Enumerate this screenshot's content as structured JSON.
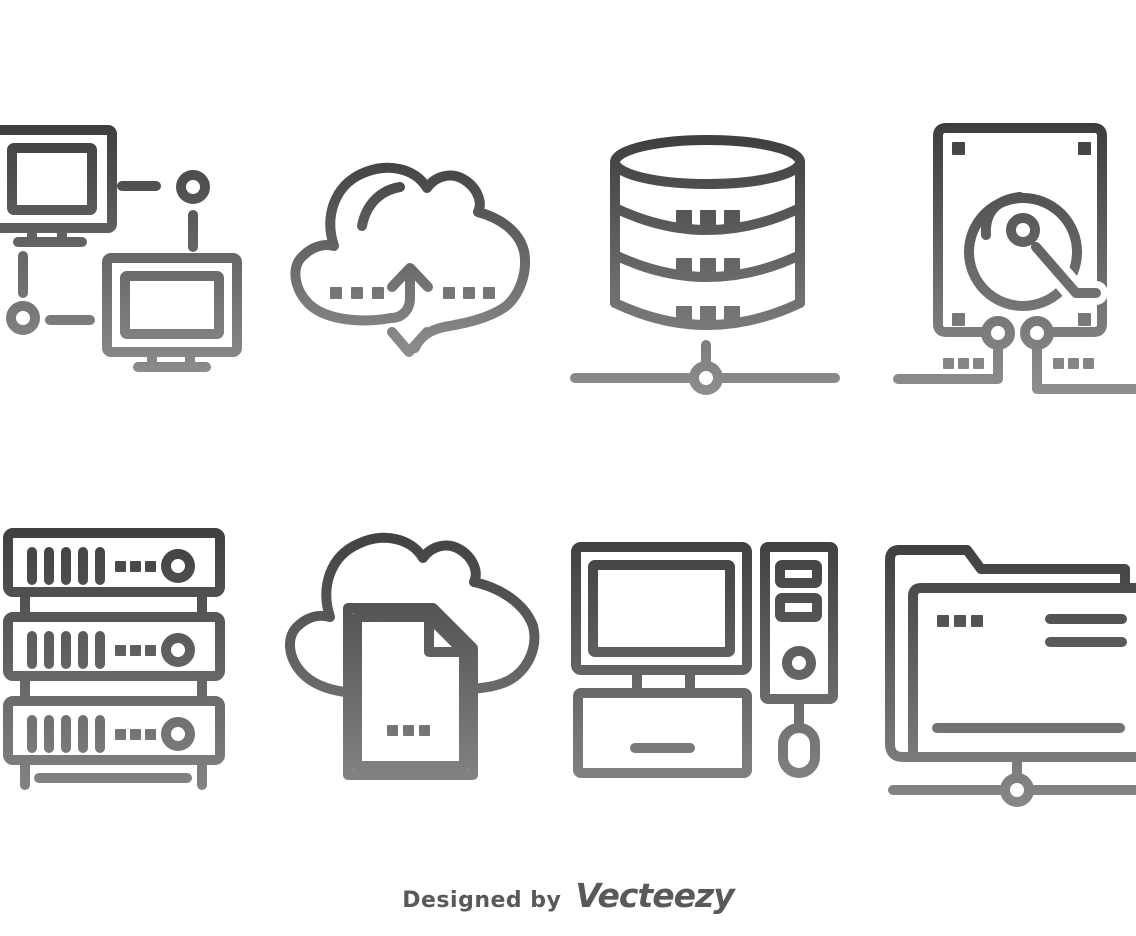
{
  "page": {
    "background": "#ffffff",
    "description": "Computer data line icon set, 2 rows x 4 columns, gray gradient strokes"
  },
  "palette": {
    "icon_gradient_top": "#3e3e40",
    "icon_gradient_bottom": "#8f8f92",
    "footer_text": "#58595b"
  },
  "icons": [
    {
      "name": "networked-computers-icon",
      "description": "Two monitors linked by dashes and circle network nodes",
      "row": 1,
      "col": 1
    },
    {
      "name": "cloud-sync-icon",
      "description": "Cloud with upload arrow inside and download arrow flowing out, dotted rows",
      "row": 1,
      "col": 2
    },
    {
      "name": "database-network-icon",
      "description": "Three-tier database cylinder with square dots connected to a network line node",
      "row": 1,
      "col": 3
    },
    {
      "name": "hard-drive-network-icon",
      "description": "Hard disk drive with platter, spindle and actuator connected to network lines",
      "row": 1,
      "col": 4
    },
    {
      "name": "server-rack-icon",
      "description": "Rack of three server units with vent slots, dots and power buttons",
      "row": 2,
      "col": 1
    },
    {
      "name": "cloud-document-icon",
      "description": "Cloud with an overlapping document page with folded corner and dots",
      "row": 2,
      "col": 2
    },
    {
      "name": "desktop-computer-icon",
      "description": "Monitor on base unit beside tower with drive bays, power button and mouse",
      "row": 2,
      "col": 3
    },
    {
      "name": "network-folder-icon",
      "description": "Folder with tab, detail lines and dots connected to a network line node",
      "row": 2,
      "col": 4
    }
  ],
  "footer": {
    "designed_by": "Designed by",
    "brand": "Vecteezy"
  }
}
